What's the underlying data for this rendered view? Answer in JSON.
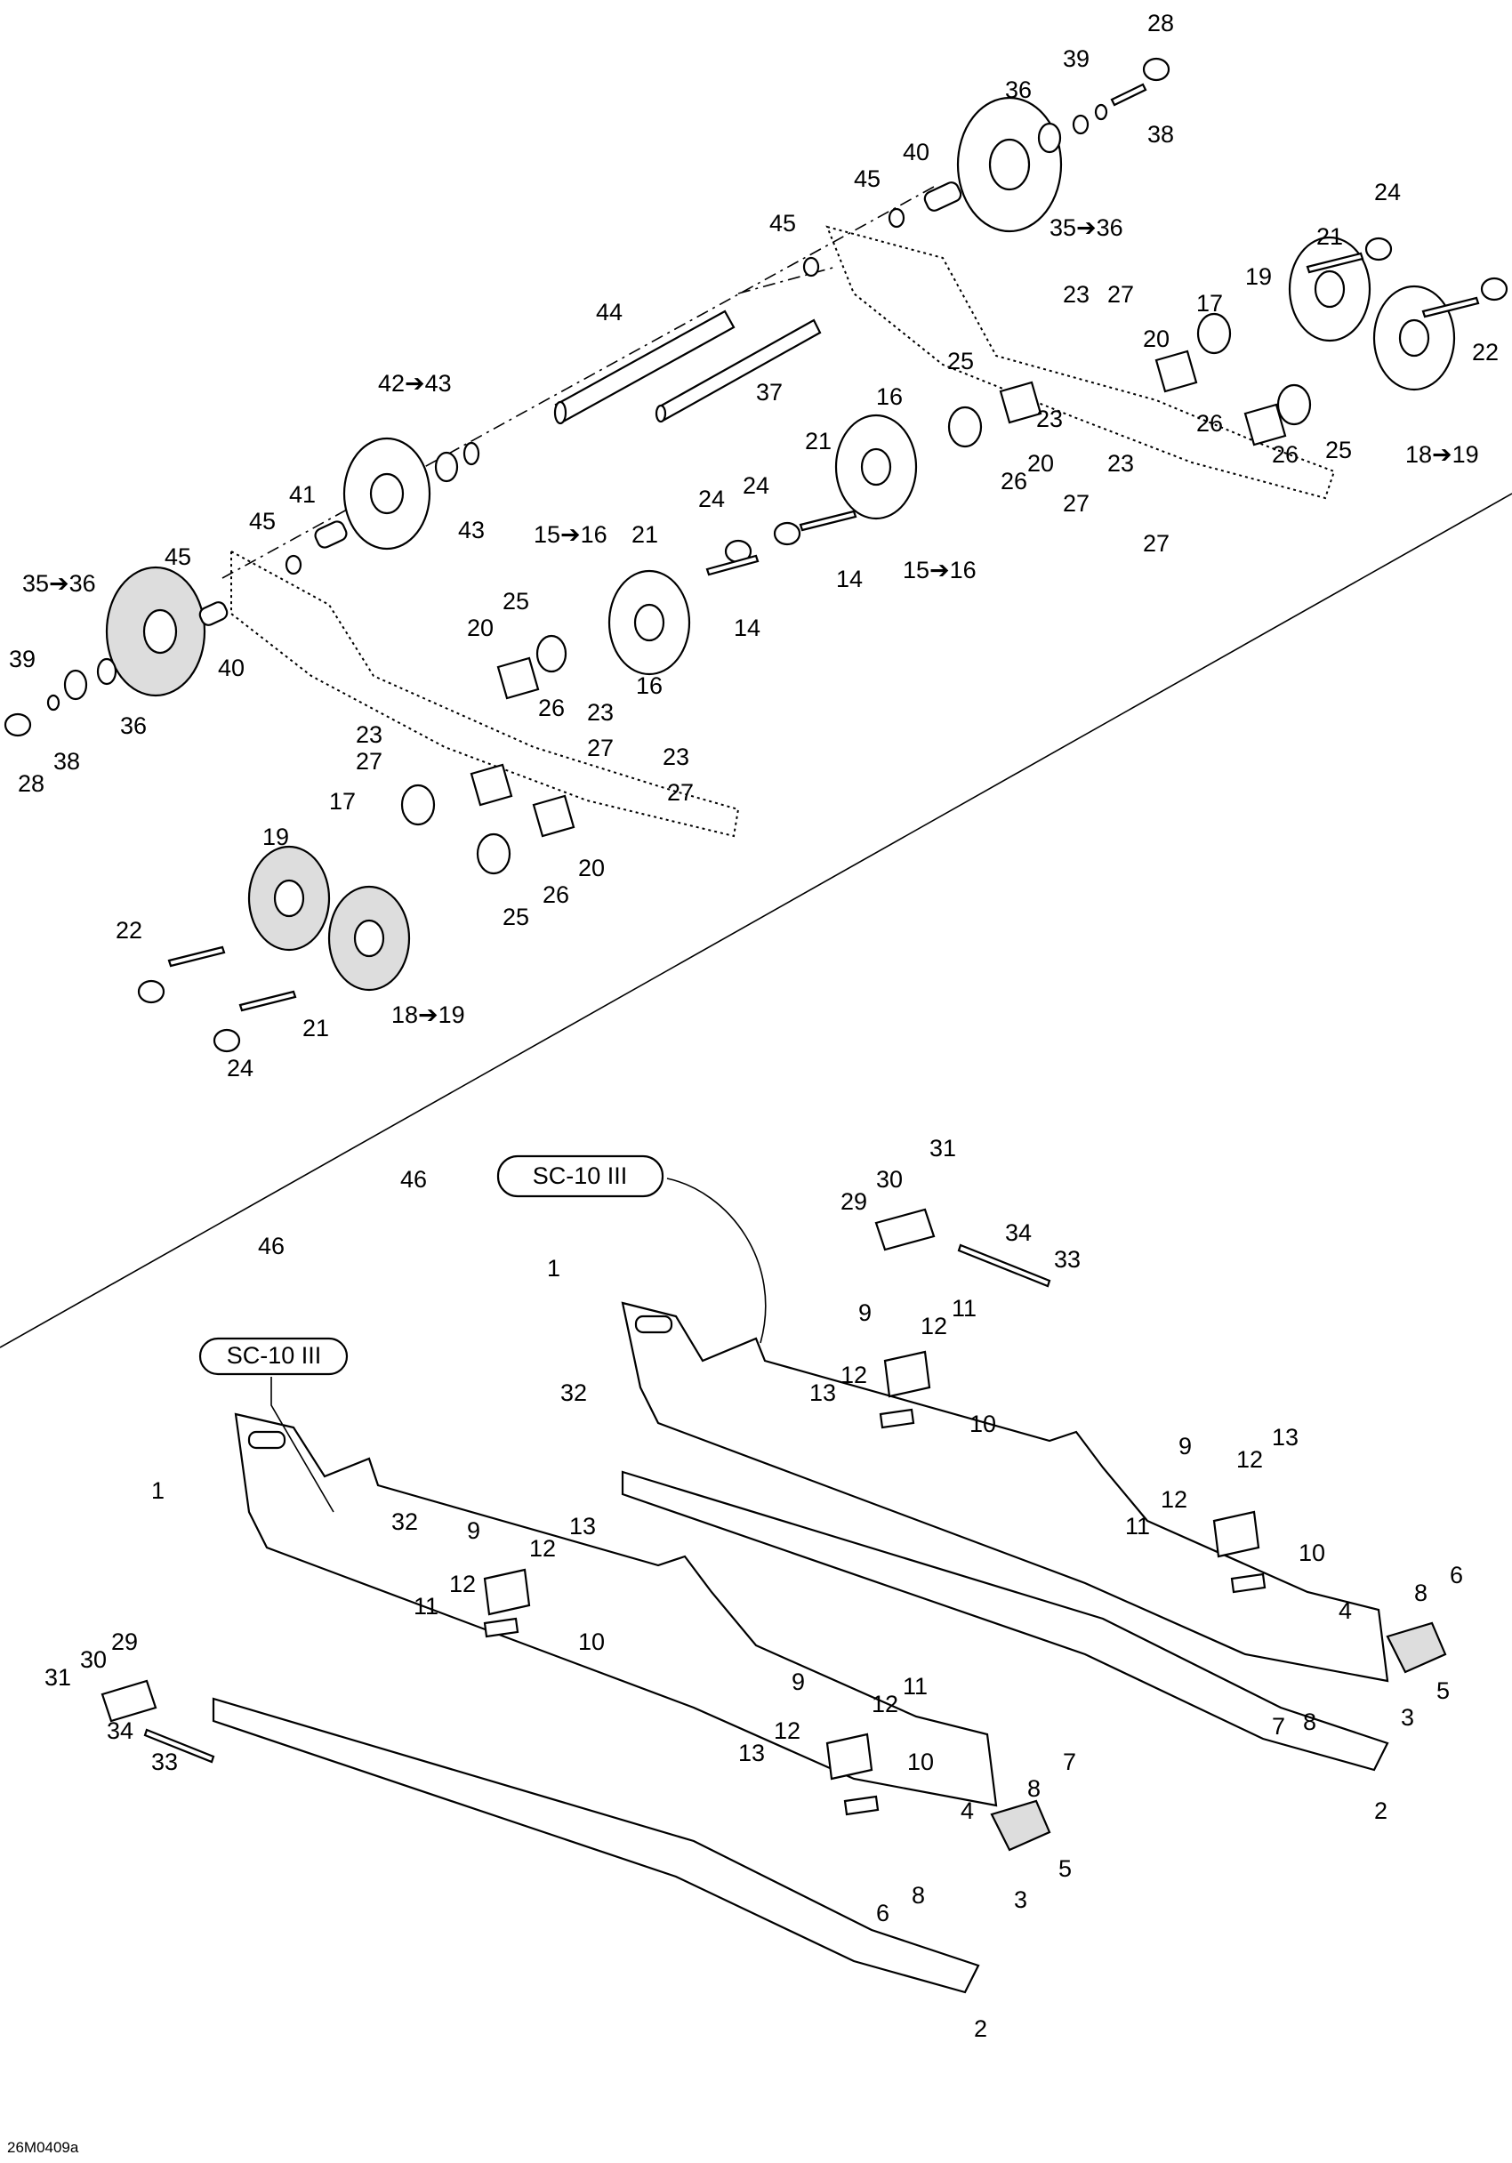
{
  "diagram_ref": "26M0409a",
  "logo_text": "SC-10 III",
  "labels": {
    "n1": "1",
    "n2": "2",
    "n3": "3",
    "n4": "4",
    "n5": "5",
    "n6": "6",
    "n7": "7",
    "n8": "8",
    "n9": "9",
    "n10": "10",
    "n11": "11",
    "n12": "12",
    "n13": "13",
    "n14": "14",
    "n15_16": "15➔16",
    "n16": "16",
    "n17": "17",
    "n18_19": "18➔19",
    "n19": "19",
    "n20": "20",
    "n21": "21",
    "n22": "22",
    "n23": "23",
    "n24": "24",
    "n25": "25",
    "n26": "26",
    "n27": "27",
    "n28": "28",
    "n29": "29",
    "n30": "30",
    "n31": "31",
    "n32": "32",
    "n33": "33",
    "n34": "34",
    "n35_36": "35➔36",
    "n36": "36",
    "n37": "37",
    "n38": "38",
    "n39": "39",
    "n40": "40",
    "n41": "41",
    "n42_43": "42➔43",
    "n43": "43",
    "n44": "44",
    "n45": "45",
    "n46": "46"
  }
}
